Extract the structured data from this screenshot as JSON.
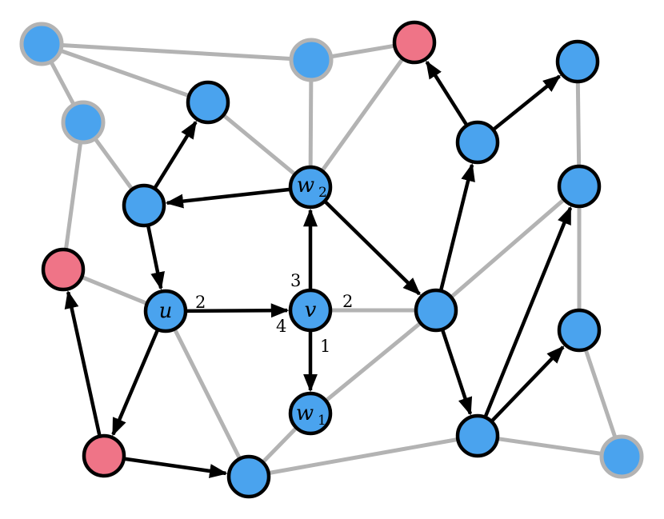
{
  "colors": {
    "blue": "#4aa3ee",
    "pink": "#ef7487",
    "gray_edge": "#b3b3b3",
    "arrow": "#000000"
  },
  "nodes": {
    "u": {
      "label": "u"
    },
    "v": {
      "label": "v"
    },
    "w1": {
      "label": "w",
      "sub": "1"
    },
    "w2": {
      "label": "w",
      "sub": "2"
    }
  },
  "weights": {
    "u_right": "2",
    "v_top": "3",
    "v_right": "2",
    "v_left": "4",
    "v_bottom": "1"
  }
}
